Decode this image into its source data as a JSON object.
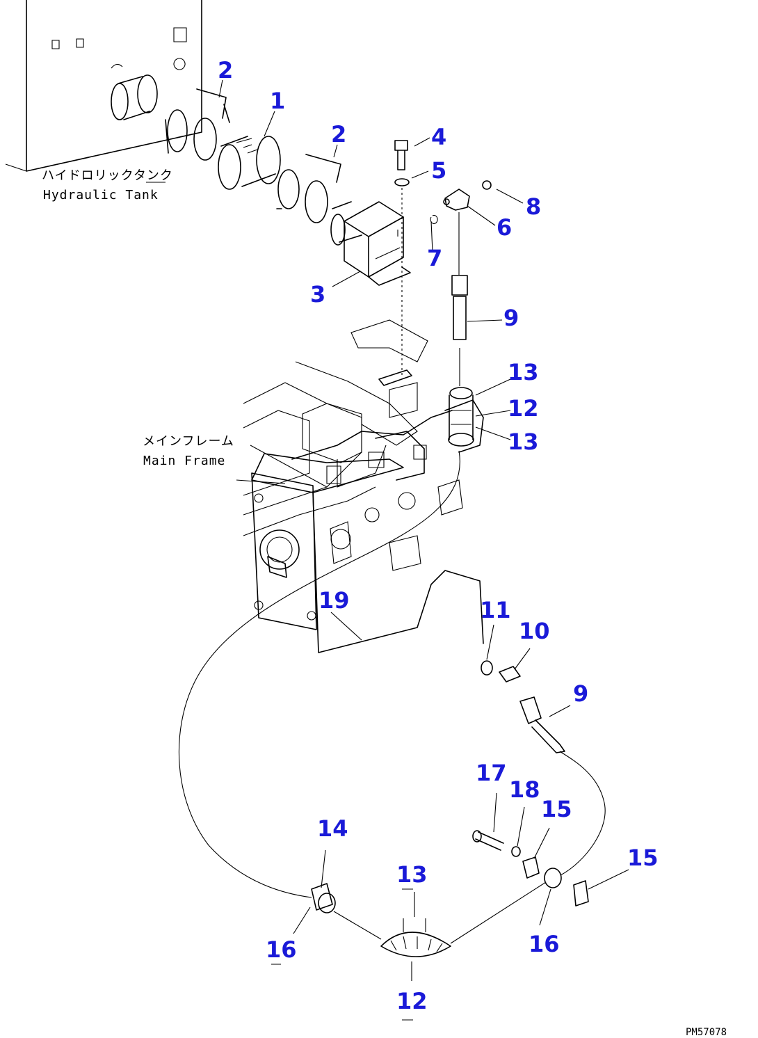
{
  "labels": {
    "tank_jp": "ハイドロリックタンク",
    "tank_en": "Hydraulic Tank",
    "frame_jp": "メインフレーム",
    "frame_en": "Main Frame",
    "drawing_code": "PM57078"
  },
  "callouts": [
    "1",
    "2",
    "2",
    "3",
    "4",
    "5",
    "6",
    "7",
    "8",
    "9",
    "9",
    "10",
    "11",
    "12",
    "12",
    "13",
    "13",
    "13",
    "14",
    "15",
    "15",
    "16",
    "16",
    "17",
    "18",
    "19"
  ]
}
